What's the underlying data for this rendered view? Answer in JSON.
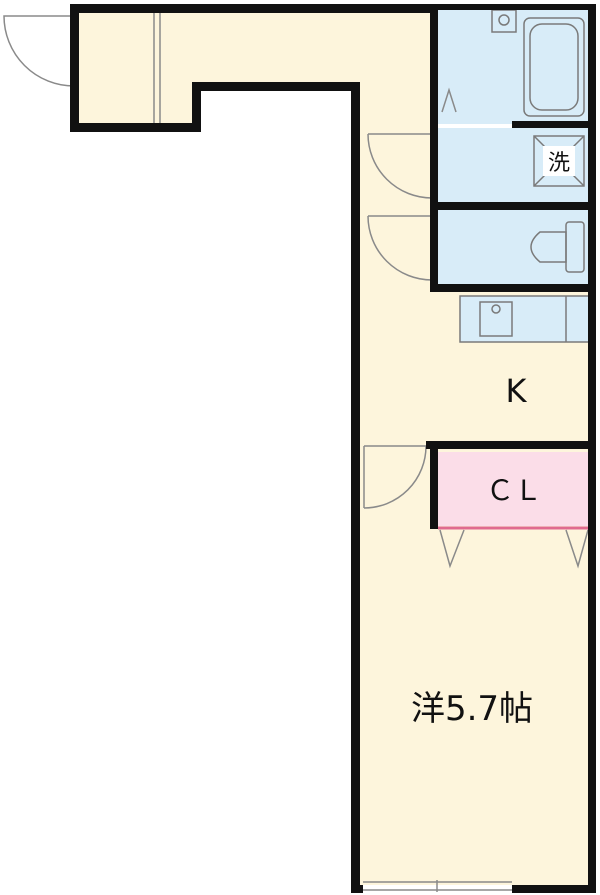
{
  "colors": {
    "wall": "#111111",
    "floor": "#FDF5DC",
    "wet_area": "#D8ECF8",
    "fixture_stroke": "#7A7A7A",
    "closet": "#FBDDE8",
    "closet_edge": "#E06A8F",
    "door_line": "#8A8A8A",
    "background": "#FFFFFF"
  },
  "rooms": {
    "kitchen": {
      "label": "K"
    },
    "closet": {
      "label": "ＣＬ"
    },
    "western_room": {
      "label": "洋5.7帖"
    }
  },
  "fixtures": {
    "washer_space": {
      "label": "洗"
    }
  }
}
